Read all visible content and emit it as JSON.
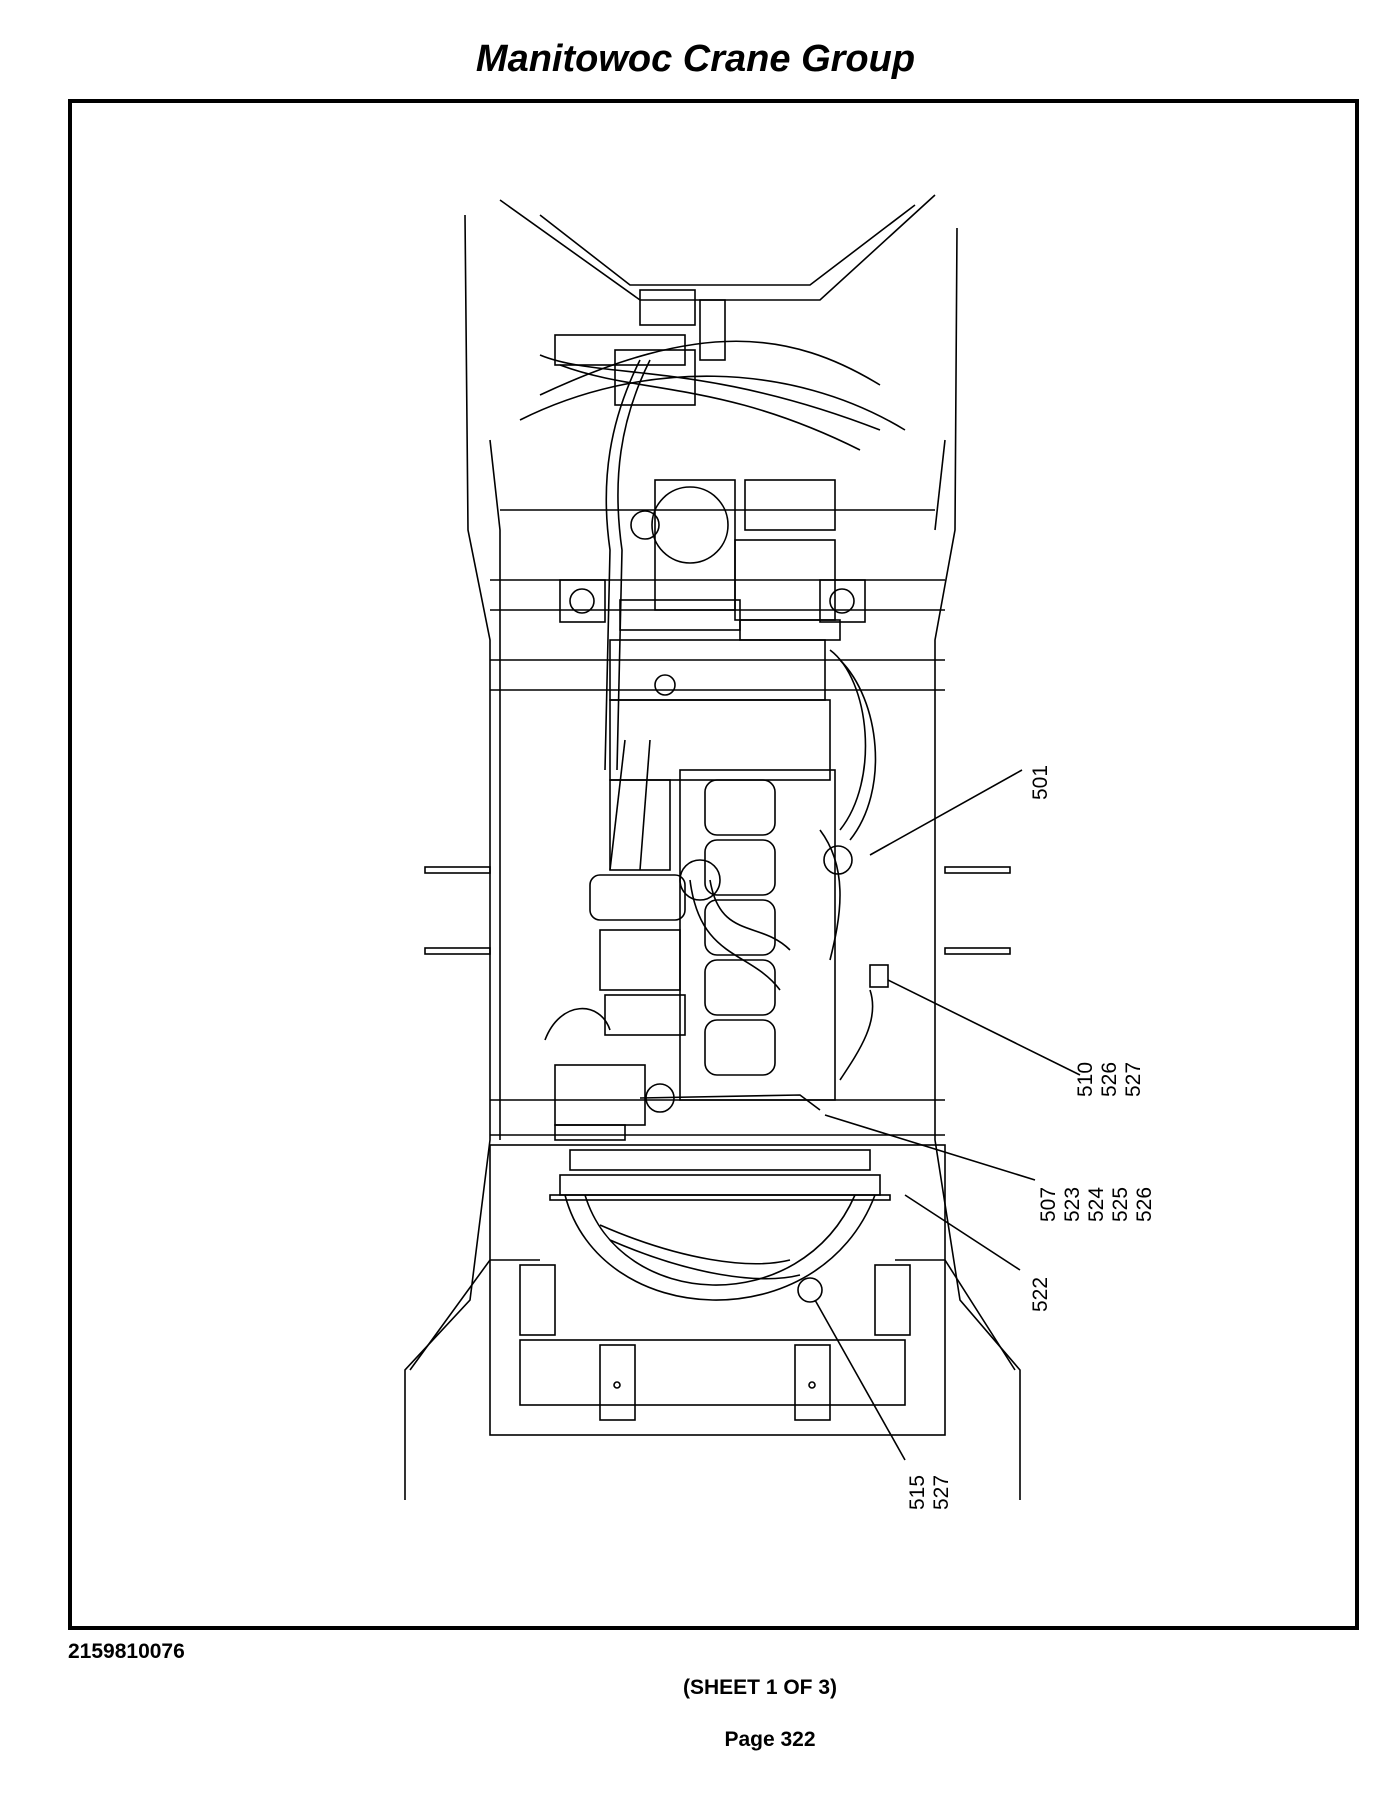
{
  "header": {
    "title": "Manitowoc Crane Group"
  },
  "footer": {
    "doc_number": "2159810076",
    "sheet": "(SHEET 1 OF 3)",
    "page": "Page 322"
  },
  "callouts": [
    {
      "id": "c501",
      "lines": [
        "501"
      ]
    },
    {
      "id": "c510",
      "lines": [
        "510",
        "526",
        "527"
      ]
    },
    {
      "id": "c507",
      "lines": [
        "507",
        "523",
        "524",
        "525",
        "526"
      ]
    },
    {
      "id": "c522",
      "lines": [
        "522"
      ]
    },
    {
      "id": "c515",
      "lines": [
        "515",
        "527"
      ]
    }
  ]
}
